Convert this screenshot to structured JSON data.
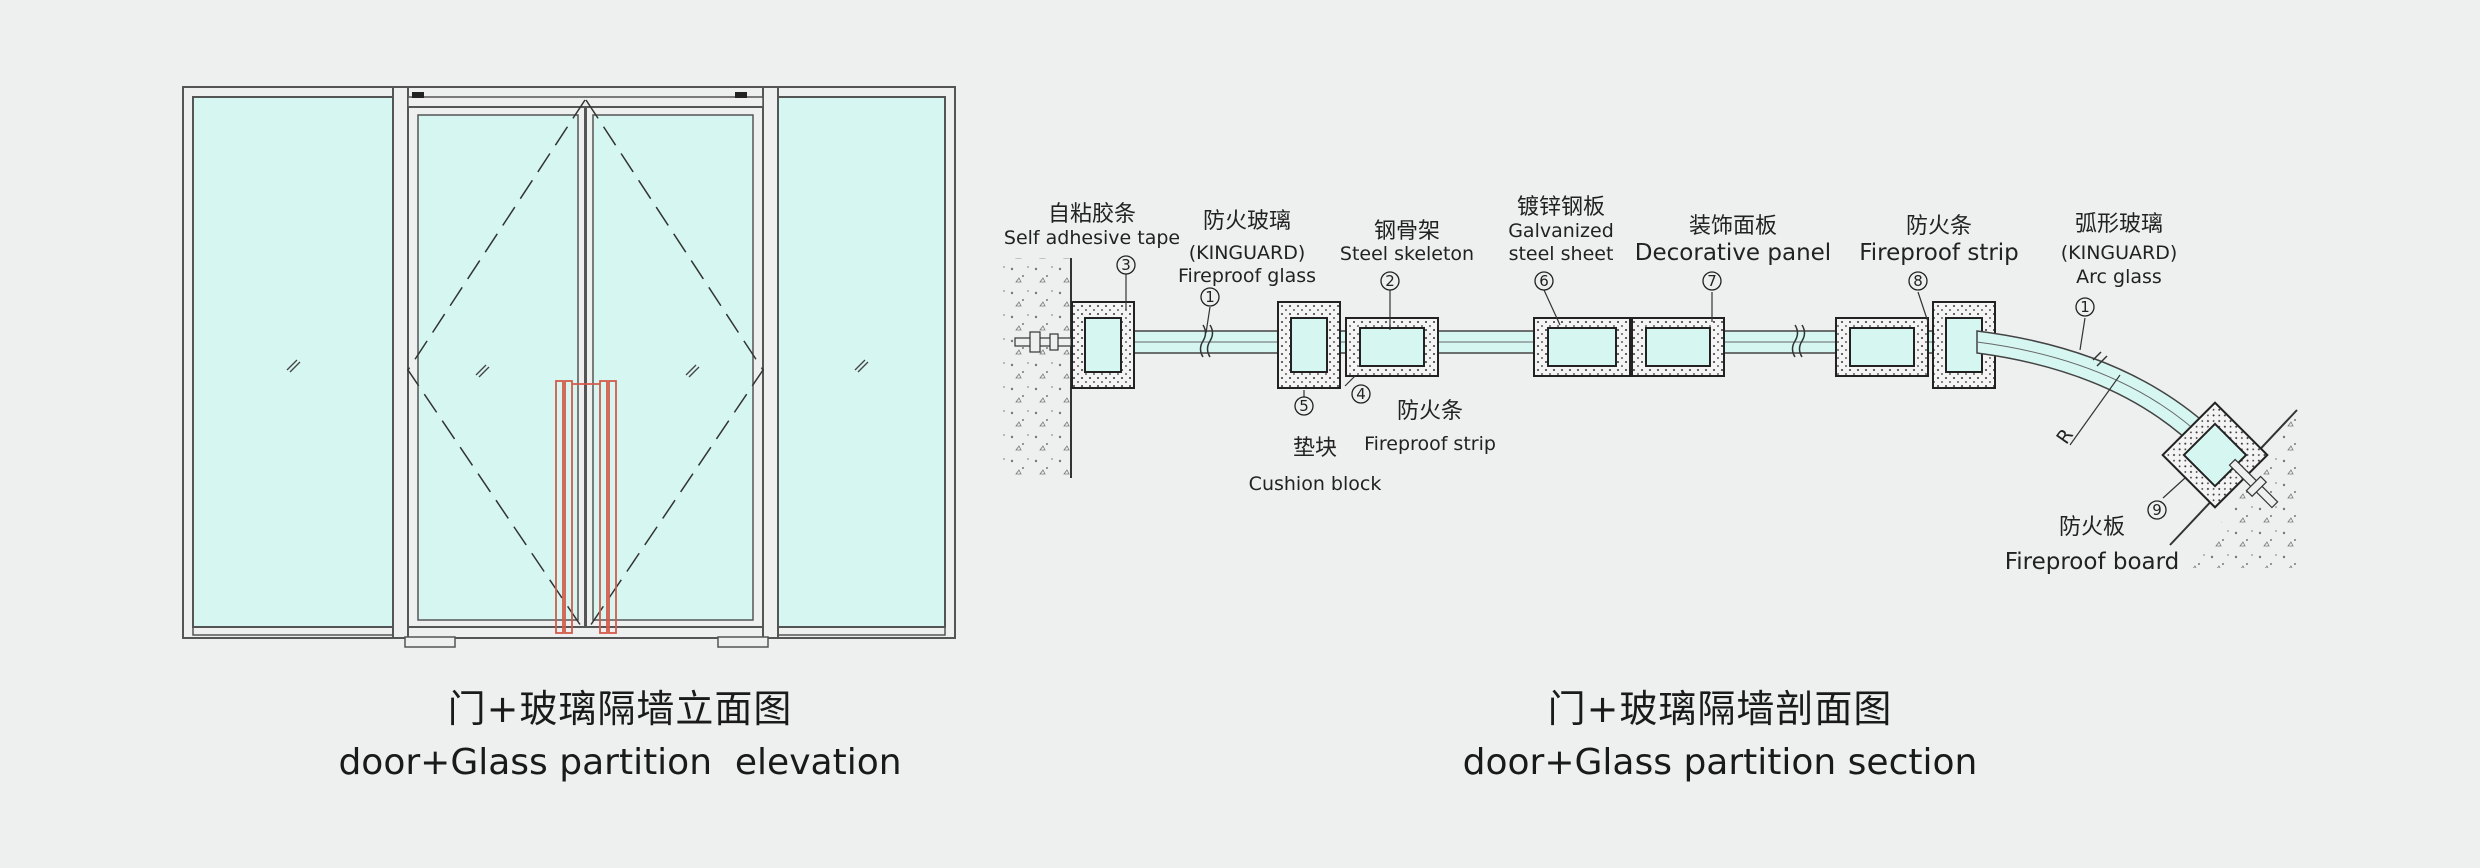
{
  "elevation": {
    "caption_zh": "门+玻璃隔墙立面图",
    "caption_en": "door+Glass partition  elevation",
    "colors": {
      "glass": "#d6f7f1",
      "frame": "#555555",
      "handle": "#d45a4a"
    }
  },
  "section": {
    "caption_zh": "门+玻璃隔墙剖面图",
    "caption_en": "door+Glass partition section",
    "labels": {
      "self_adhesive_zh": "自粘胶条",
      "self_adhesive_en": "Self adhesive tape",
      "fireproof_glass_zh": "防火玻璃",
      "fireproof_glass_brand": "(KINGUARD)",
      "fireproof_glass_en": "Fireproof glass",
      "steel_skeleton_zh": "钢骨架",
      "steel_skeleton_en": "Steel skeleton",
      "galvanized_zh": "镀锌钢板",
      "galvanized_en1": "Galvanized",
      "galvanized_en2": "steel sheet",
      "decorative_zh": "装饰面板",
      "decorative_en": "Decorative panel",
      "fireproof_strip_zh": "防火条",
      "fireproof_strip_en": "Fireproof strip",
      "arc_glass_zh": "弧形玻璃",
      "arc_glass_brand": "(KINGUARD)",
      "arc_glass_en": "Arc glass",
      "cushion_zh": "垫块",
      "cushion_en": "Cushion block",
      "fireproof_strip2_zh": "防火条",
      "fireproof_strip2_en": "Fireproof strip",
      "fireproof_board_zh": "防火板",
      "fireproof_board_en": "Fireproof board",
      "radius_mark": "R"
    },
    "markers": {
      "m1": "1",
      "m2": "2",
      "m3": "3",
      "m4": "4",
      "m5": "5",
      "m6": "6",
      "m7": "7",
      "m8": "8",
      "m9": "9",
      "m1b": "1"
    }
  }
}
